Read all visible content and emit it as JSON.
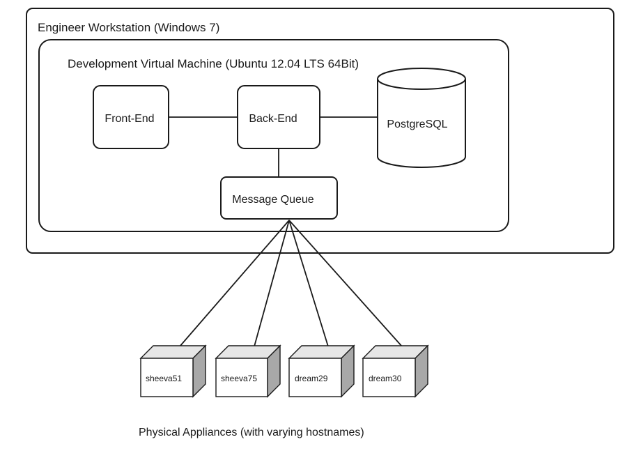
{
  "workstation": {
    "title": "Engineer Workstation (Windows 7)"
  },
  "vm": {
    "title": "Development Virtual Machine (Ubuntu 12.04 LTS 64Bit)"
  },
  "components": {
    "frontend": "Front-End",
    "backend": "Back-End",
    "database": "PostgreSQL",
    "queue": "Message Queue"
  },
  "appliances": {
    "items": [
      "sheeva51",
      "sheeva75",
      "dream29",
      "dream30"
    ],
    "caption": "Physical Appliances (with varying hostnames)"
  }
}
